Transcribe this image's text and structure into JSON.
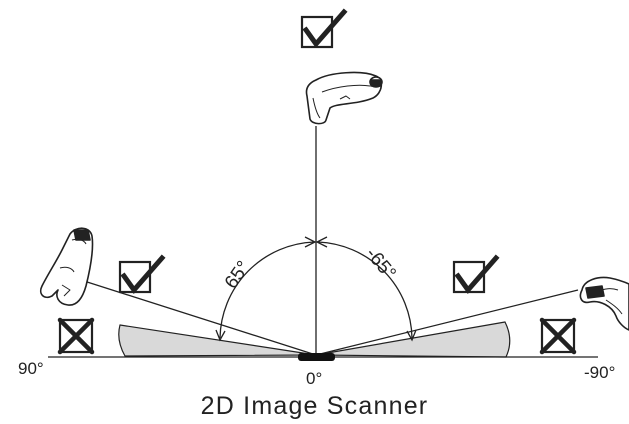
{
  "diagram": {
    "caption": "2D Image Scanner",
    "angle_labels": {
      "pos_65": "65°",
      "neg_65": "-65°"
    },
    "axis_labels": {
      "left": "90°",
      "center": "0°",
      "right": "-90°"
    },
    "marks": [
      {
        "position": "top",
        "status": "check"
      },
      {
        "position": "left-upper",
        "status": "check"
      },
      {
        "position": "right-upper",
        "status": "check"
      },
      {
        "position": "left-lower",
        "status": "cross"
      },
      {
        "position": "right-lower",
        "status": "cross"
      }
    ],
    "scanner_icons": [
      "top",
      "left",
      "right"
    ],
    "colors": {
      "line": "#222222",
      "shaded_zone": "#d9d9d9",
      "background": "#ffffff"
    }
  }
}
